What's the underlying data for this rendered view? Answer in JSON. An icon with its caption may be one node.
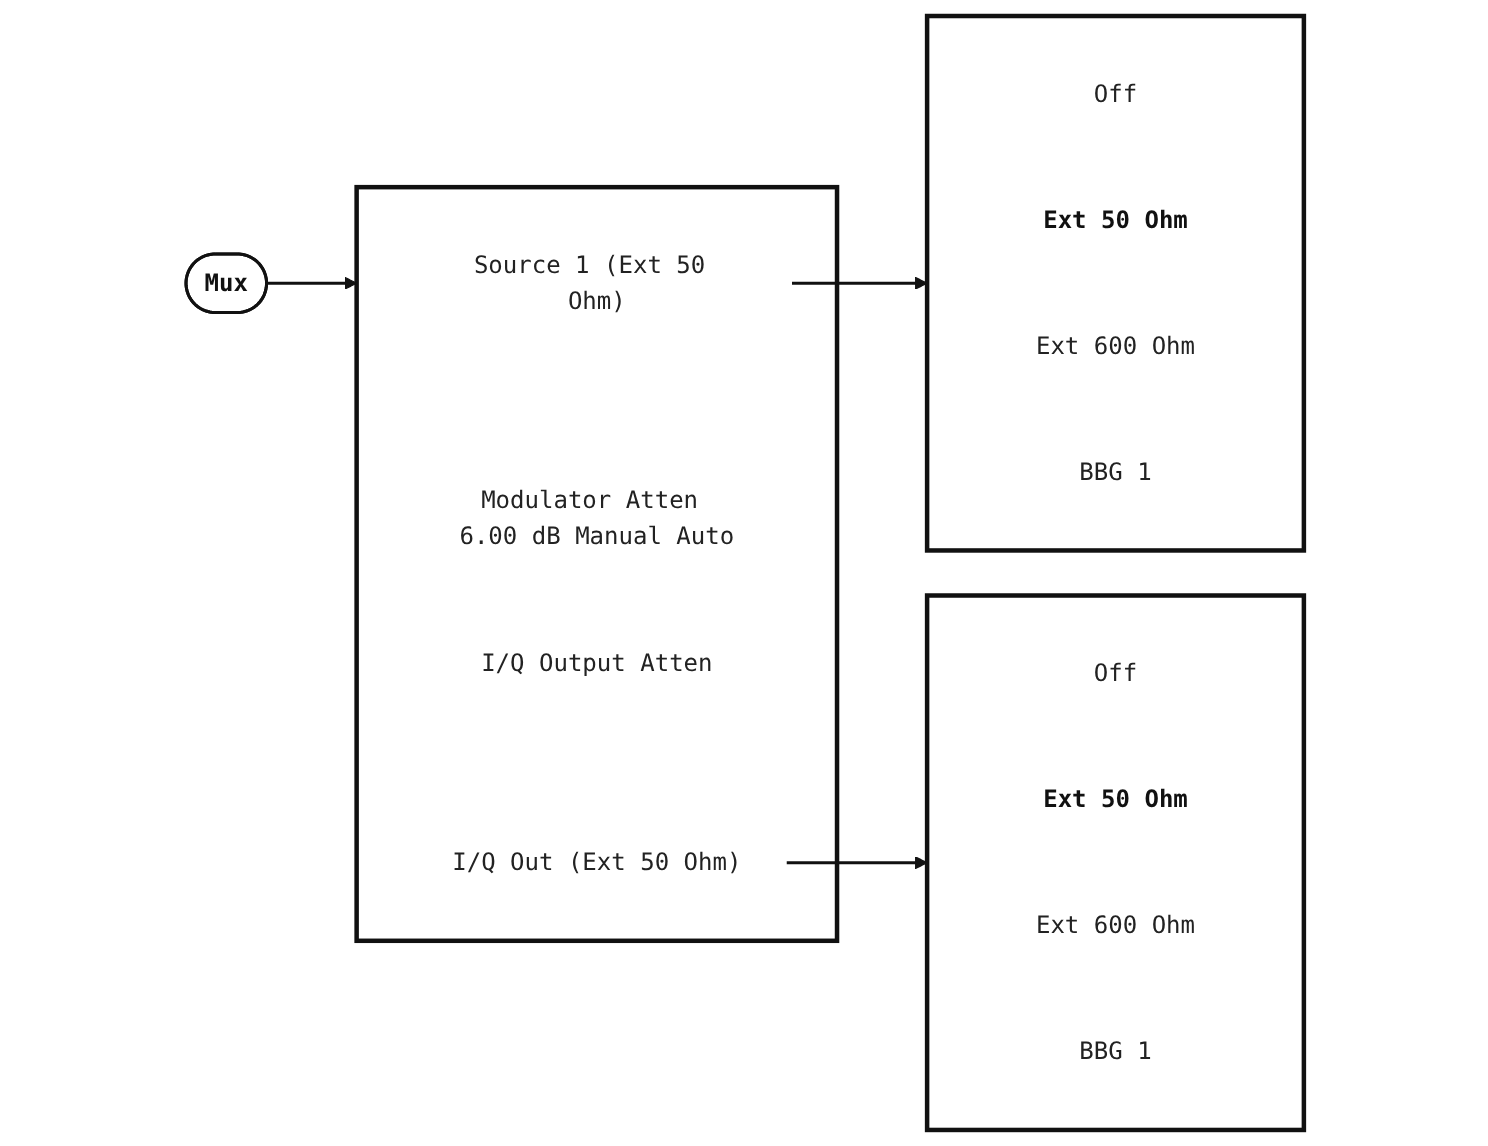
{
  "diagram": {
    "nodes": [
      {
        "text": [
          "Mux"
        ]
      },
      {
        "text": [],
        "shape": "box"
      },
      {
        "text": [
          "Source 1 (Ext 50 Ohm)"
        ],
        "in": 1
      },
      {
        "text": [
          "Modulator Atten 6.00 dB Manual Auto"
        ],
        "in": 1
      },
      {
        "text": [
          "I/Q Output Atten"
        ],
        "in": 1
      },
      {
        "text": [
          "I/Q Out (Ext 50 Ohm)"
        ],
        "in": 1
      },
      {
        "text": [],
        "shape": "box"
      },
      {
        "text": [
          "Off"
        ],
        "in": 6
      },
      {
        "text": [
          "Ext 50 Ohm"
        ],
        "in": 6
      },
      {
        "text": [
          "Ext 600 Ohm"
        ],
        "in": 6
      },
      {
        "text": [
          "BBG 1"
        ],
        "in": 6
      },
      {
        "text": [],
        "shape": "box"
      },
      {
        "text": [
          "Off"
        ],
        "in": 11
      },
      {
        "text": [
          "Ext 50 Ohm"
        ],
        "in": 11
      },
      {
        "text": [
          "Ext 600 Ohm"
        ],
        "in": 11
      },
      {
        "text": [
          "BBG 1"
        ],
        "in": 11
      }
    ],
    "edges": [
      {
        "from": 0,
        "to": 1,
        "arrow": "to"
      },
      {
        "from": 2,
        "to": 6,
        "arrow": "to"
      },
      {
        "from": 5,
        "to": 11,
        "arrow": "to"
      }
    ]
  }
}
